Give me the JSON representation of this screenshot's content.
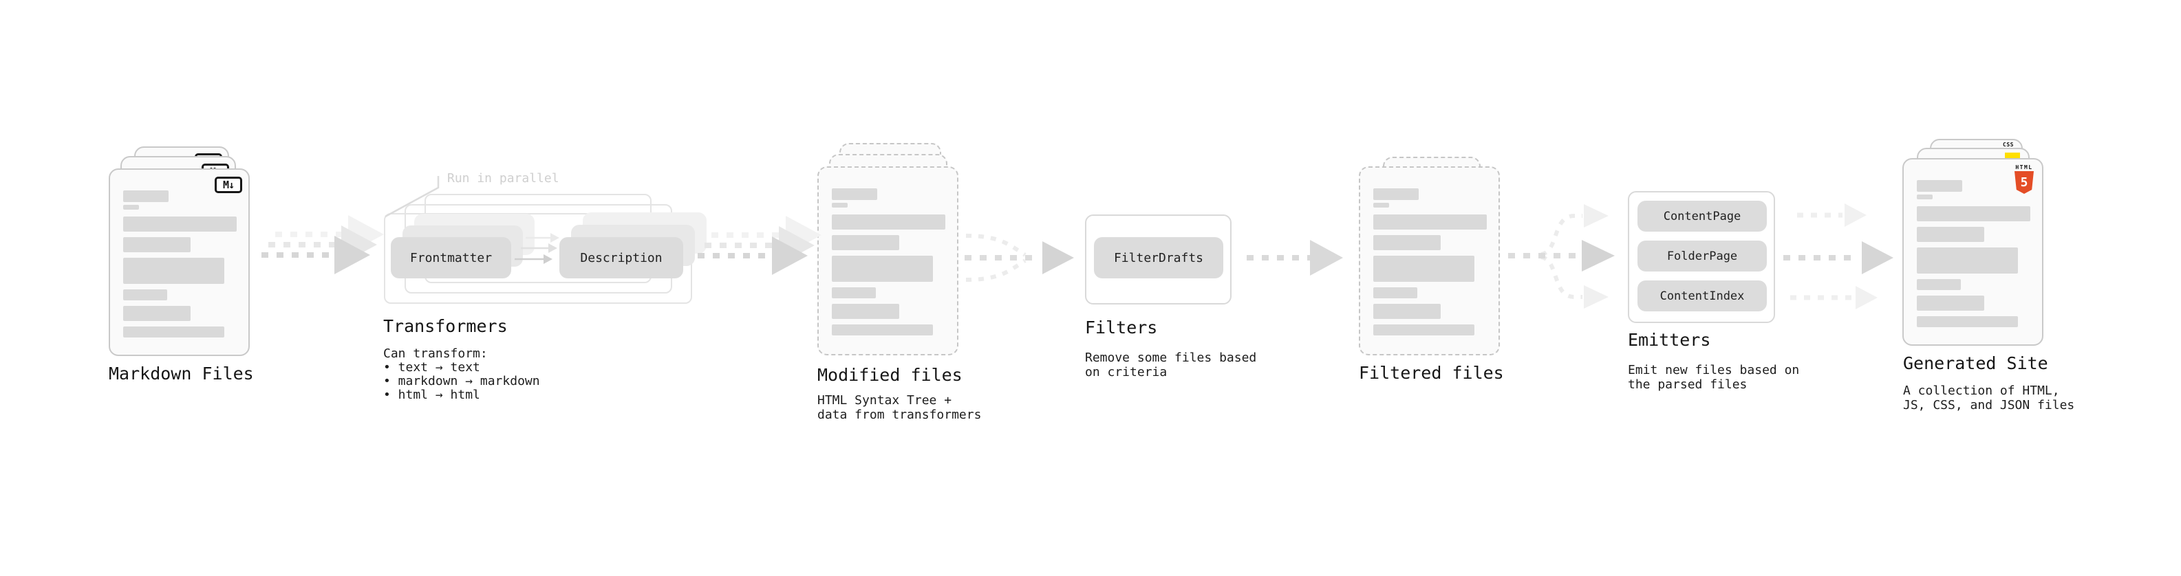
{
  "diagram": {
    "stages": {
      "markdown": {
        "title": "Markdown Files",
        "badge": "M↓"
      },
      "transformers": {
        "title": "Transformers",
        "note": "Run in parallel",
        "pill_left": "Frontmatter",
        "pill_right": "Description",
        "body": "Can transform:\n • text → text\n • markdown → markdown\n • html → html"
      },
      "modified": {
        "title": "Modified files",
        "subtitle": "HTML Syntax Tree +\ndata from transformers"
      },
      "filters": {
        "title": "Filters",
        "pill": "FilterDrafts",
        "subtitle": "Remove some files based\non criteria"
      },
      "filtered": {
        "title": "Filtered files"
      },
      "emitters": {
        "title": "Emitters",
        "pills": [
          "ContentPage",
          "FolderPage",
          "ContentIndex"
        ],
        "subtitle": "Emit new files based on\nthe parsed files"
      },
      "generated": {
        "title": "Generated Site",
        "subtitle": "A collection of HTML,\nJS, CSS, and JSON files",
        "badge_html": "HTML",
        "badge_five": "5",
        "badge_css": "CSS"
      }
    },
    "colors": {
      "card_bg": "#fafafa",
      "card_border": "#c9c9c9",
      "bar": "#d9d9d9",
      "pill": "#dcdcdc",
      "arrow_dark": "#d6d6d6",
      "arrow_light": "#e5e5e5",
      "arrow_faint": "#f2f2f2",
      "note": "#cfcfcf",
      "html5_orange": "#e44d26",
      "js_yellow": "#ffdf00",
      "css_blue": "#2965f1"
    }
  }
}
